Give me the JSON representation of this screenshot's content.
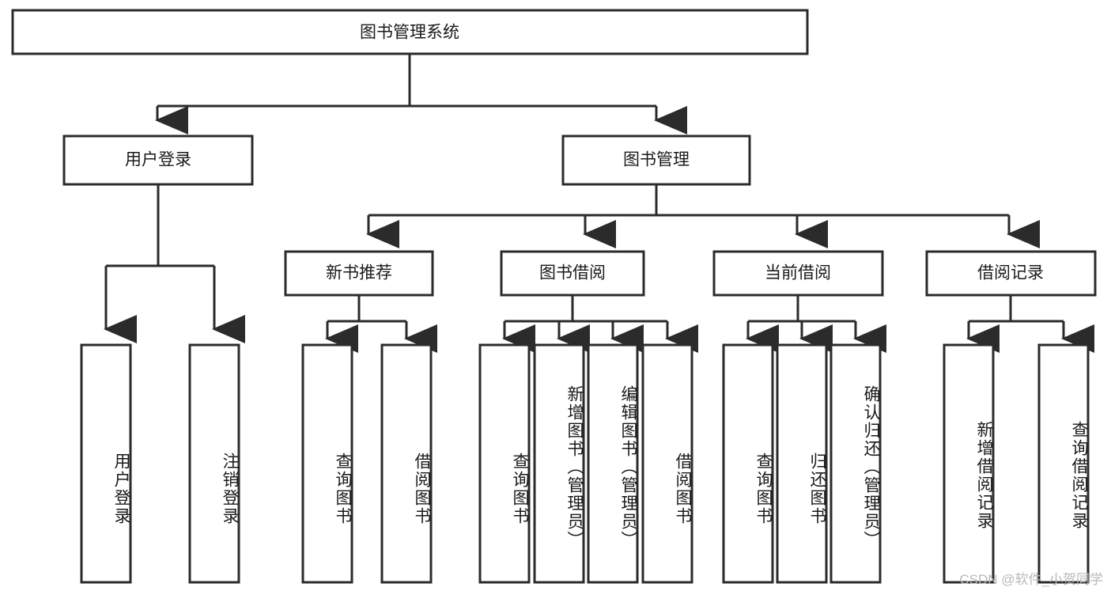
{
  "diagram": {
    "type": "hierarchy-tree",
    "title": "图书管理系统",
    "watermark": "CSDN @软件_小贺同学",
    "root": {
      "label": "图书管理系统"
    },
    "level2": [
      {
        "label": "用户登录"
      },
      {
        "label": "图书管理"
      }
    ],
    "level3": [
      {
        "label": "新书推荐"
      },
      {
        "label": "图书借阅"
      },
      {
        "label": "当前借阅"
      },
      {
        "label": "借阅记录"
      }
    ],
    "leaves": {
      "user_login": [
        {
          "label": "用户登录"
        },
        {
          "label": "注销登录"
        }
      ],
      "new_book_recommend": [
        {
          "label": "查询图书"
        },
        {
          "label": "借阅图书"
        }
      ],
      "book_borrow": [
        {
          "label": "查询图书"
        },
        {
          "label": "新增图书（管理员）"
        },
        {
          "label": "编辑图书（管理员）"
        },
        {
          "label": "借阅图书"
        }
      ],
      "current_borrow": [
        {
          "label": "查询图书"
        },
        {
          "label": "归还图书"
        },
        {
          "label": "确认归还（管理员）"
        }
      ],
      "borrow_record": [
        {
          "label": "新增借阅记录"
        },
        {
          "label": "查询借阅记录"
        }
      ]
    },
    "colors": {
      "stroke": "#2b2b2b",
      "fill": "#ffffff",
      "text": "#1a1a1a",
      "watermark": "#b9b9b9"
    }
  }
}
